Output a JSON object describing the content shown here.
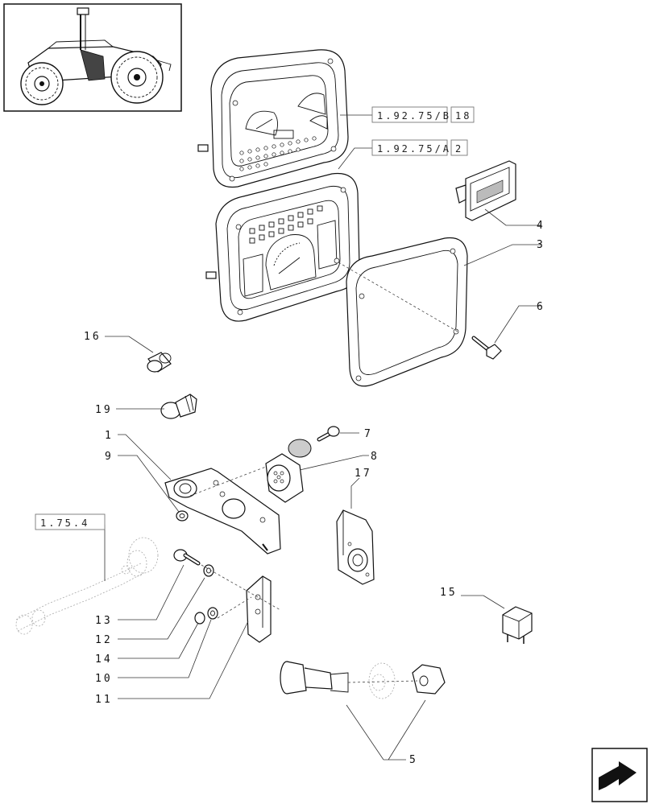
{
  "references": {
    "ref_a": {
      "code": "1.92.75/B",
      "num": "18"
    },
    "ref_b": {
      "code": "1.92.75/A",
      "num": "2"
    },
    "ref_c": {
      "code": "1.75.4"
    }
  },
  "callouts": {
    "c1": "1",
    "c3": "3",
    "c4": "4",
    "c5": "5",
    "c6": "6",
    "c7": "7",
    "c8": "8",
    "c9": "9",
    "c10": "10",
    "c11": "11",
    "c12": "12",
    "c13": "13",
    "c14": "14",
    "c15": "15",
    "c16": "16",
    "c17": "17",
    "c19": "19"
  },
  "icons": {
    "thumbnail": "tractor-thumbnail-icon",
    "nav": "next-page-arrow-icon"
  }
}
